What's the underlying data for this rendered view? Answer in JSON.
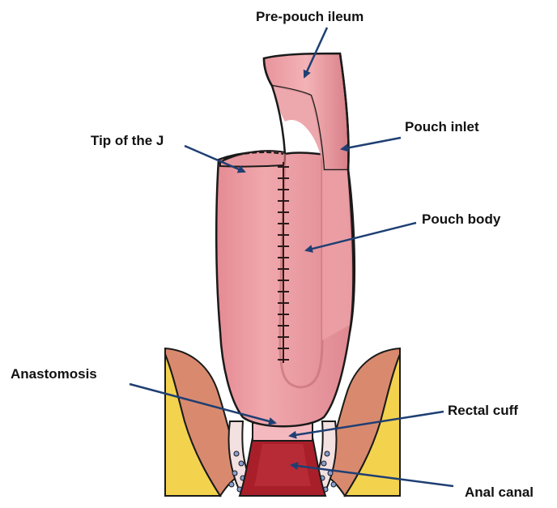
{
  "labels": {
    "pre_pouch_ileum": "Pre-pouch ileum",
    "pouch_inlet": "Pouch inlet",
    "tip_of_the_j": "Tip of the J",
    "pouch_body": "Pouch body",
    "anastomosis": "Anastomosis",
    "rectal_cuff": "Rectal cuff",
    "anal_canal": "Anal canal"
  },
  "colors": {
    "arrow": "#1f3f73",
    "pouch": "#e8939a",
    "pouch_light": "#f2b2b5",
    "pouch_dark": "#d47f86",
    "outline": "#1a1a1a",
    "suture": "#2a1a1a",
    "anal_canal": "#a81f2a",
    "rectal_cuff": "#f4b9be",
    "muscle": "#d98a6e",
    "fat": "#f3d24e"
  }
}
